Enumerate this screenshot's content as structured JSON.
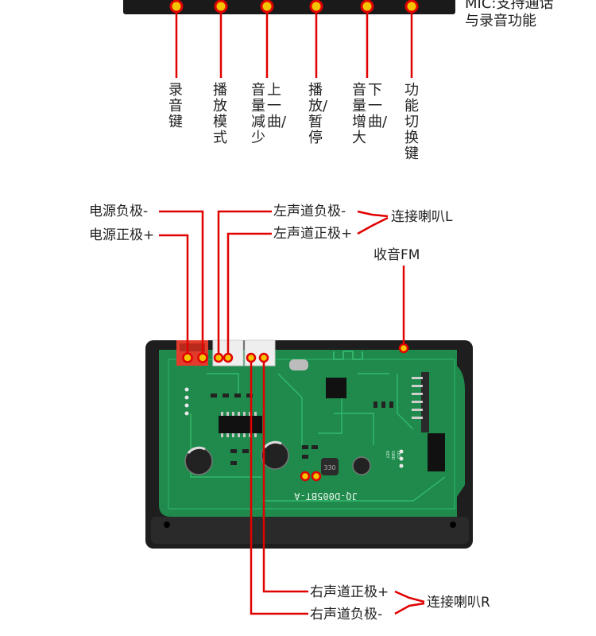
{
  "colors": {
    "callout_line": "#e00000",
    "pcb_green": "#1f8a4c",
    "bezel": "#1a1a1a",
    "pin_dot": "#f5c400"
  },
  "top_labels": [
    {
      "col1": "录音键",
      "col2": ""
    },
    {
      "col1": "播放模式",
      "col2": ""
    },
    {
      "col1": "音量减少",
      "col2": "上一曲/"
    },
    {
      "col1": "播放/暂停",
      "col2": ""
    },
    {
      "col1": "音量增大",
      "col2": "下一曲/"
    },
    {
      "col1": "功能切换键",
      "col2": ""
    }
  ],
  "mic_note": {
    "line1": "MIC:支持通话",
    "line2": "与录音功能"
  },
  "labels": {
    "power_neg": "电源负极-",
    "power_pos": "电源正极+",
    "left_neg": "左声道负极-",
    "left_pos": "左声道正极+",
    "speaker_l": "连接喇叭L",
    "fm": "收音FM",
    "right_pos": "右声道正极+",
    "right_neg": "右声道负极-",
    "speaker_r": "连接喇叭R"
  },
  "board": {
    "model": "JQ-D005BT-A",
    "inductor": "330",
    "chip_labels": [
      "KEY",
      "GND",
      "LED"
    ]
  }
}
